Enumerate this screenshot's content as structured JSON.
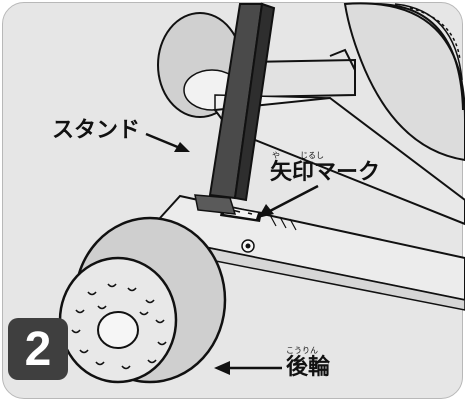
{
  "step": {
    "number": "2"
  },
  "labels": {
    "stand": "スタンド",
    "arrow_mark": "矢印マーク",
    "arrow_mark_ruby_1": "や",
    "arrow_mark_ruby_2": "じるし",
    "rear_wheel": "後輪",
    "rear_wheel_ruby": "こうりん"
  },
  "colors": {
    "background": "#e6e6e6",
    "frame_border": "#b8b8b8",
    "post": "#4a4a4a",
    "badge": "#3f3f3f",
    "line": "#111111"
  }
}
